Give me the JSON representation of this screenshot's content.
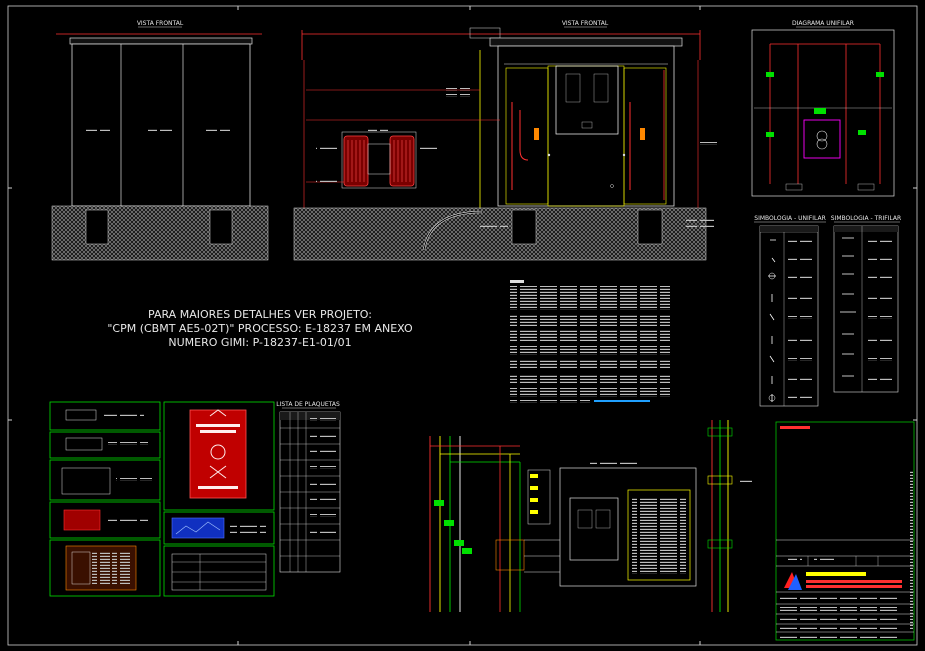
{
  "views": {
    "front_left_title": "VISTA FRONTAL",
    "front_right_title": "VISTA FRONTAL",
    "unifilar_title": "DIAGRAMA UNIFILAR"
  },
  "symbology": {
    "unifilar_title": "SIMBOLOGIA - UNIFILAR",
    "trifilar_title": "SIMBOLOGIA - TRIFILAR"
  },
  "project_note": {
    "line1": "PARA MAIORES DETALHES VER PROJETO:",
    "line2": "\"CPM (CBMT AE5-02T)\" PROCESSO: E-18237 EM ANEXO",
    "line3": "NUMERO GIMI: P-18237-E1-01/01"
  },
  "plaquetas": {
    "title": "LISTA DE PLAQUETAS"
  },
  "colors": {
    "background": "#000000",
    "frame": "#ffffff",
    "wire_red": "#ff2a2a",
    "wire_green": "#00e000",
    "wire_yellow": "#ffff00",
    "hatch": "#bcbcbc",
    "magenta": "#ff00ff",
    "text": "#e8e8e8",
    "title_block_green": "#00c000"
  },
  "icons": [
    "warning-plate-icon",
    "company-logo-icon",
    "transformer-icon"
  ]
}
